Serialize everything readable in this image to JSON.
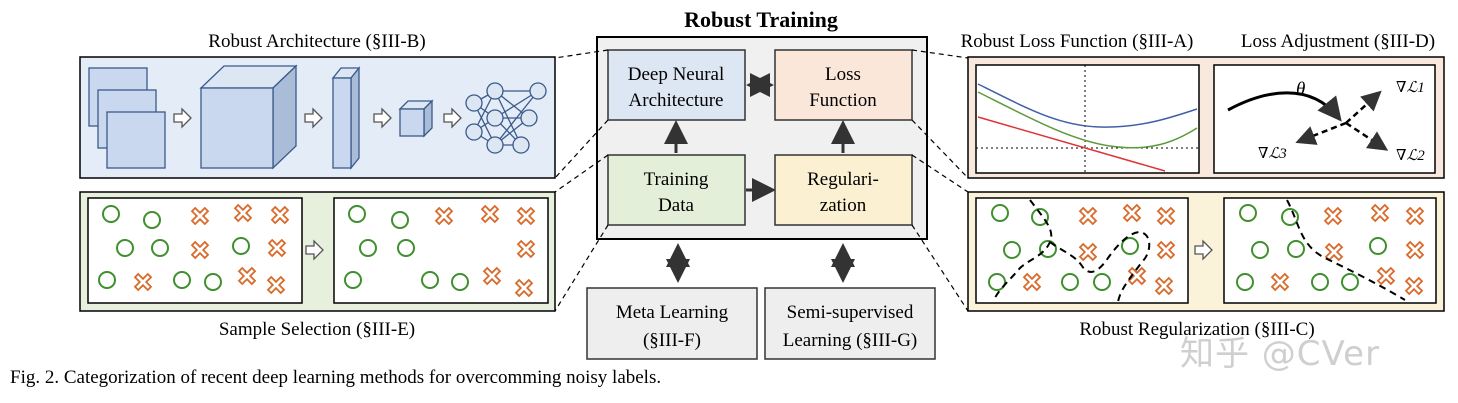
{
  "center": {
    "title": "Robust Training",
    "boxes": {
      "dnn": [
        "Deep Neural",
        "Architecture"
      ],
      "loss": [
        "Loss",
        "Function"
      ],
      "data": [
        "Training",
        "Data"
      ],
      "reg": [
        "Regulari-",
        "zation"
      ]
    },
    "meta": [
      "Meta Learning",
      "(§III-F)"
    ],
    "semi": [
      "Semi-supervised",
      "Learning (§III-G)"
    ]
  },
  "left": {
    "arch_title": "Robust Architecture (§III-B)",
    "sample_title": "Sample Selection (§III-E)"
  },
  "right": {
    "loss_title": "Robust Loss Function (§III-A)",
    "adj_title": "Loss Adjustment (§III-D)",
    "reg_title": "Robust Regularization (§III-C)",
    "theta": "θ",
    "grad_labels": [
      "∇ℒ1",
      "∇ℒ2",
      "∇ℒ3"
    ]
  },
  "caption": "Fig. 2.  Categorization of recent deep learning methods for overcomming noisy labels.",
  "watermark": "知乎 @CVer",
  "colors": {
    "blue_panel": "#e3ecf7",
    "green_panel": "#e7f0dc",
    "peach_panel": "#f9e8dd",
    "yellow_panel": "#fbf3d9",
    "gray_panel": "#eeeeee",
    "circle_green": "#3f8f2f",
    "cross_orange": "#d96a2a",
    "box_blue": "#dde6f3",
    "box_peach": "#fbe7da",
    "box_green": "#e4efd9",
    "box_yellow": "#fbf1d2"
  }
}
